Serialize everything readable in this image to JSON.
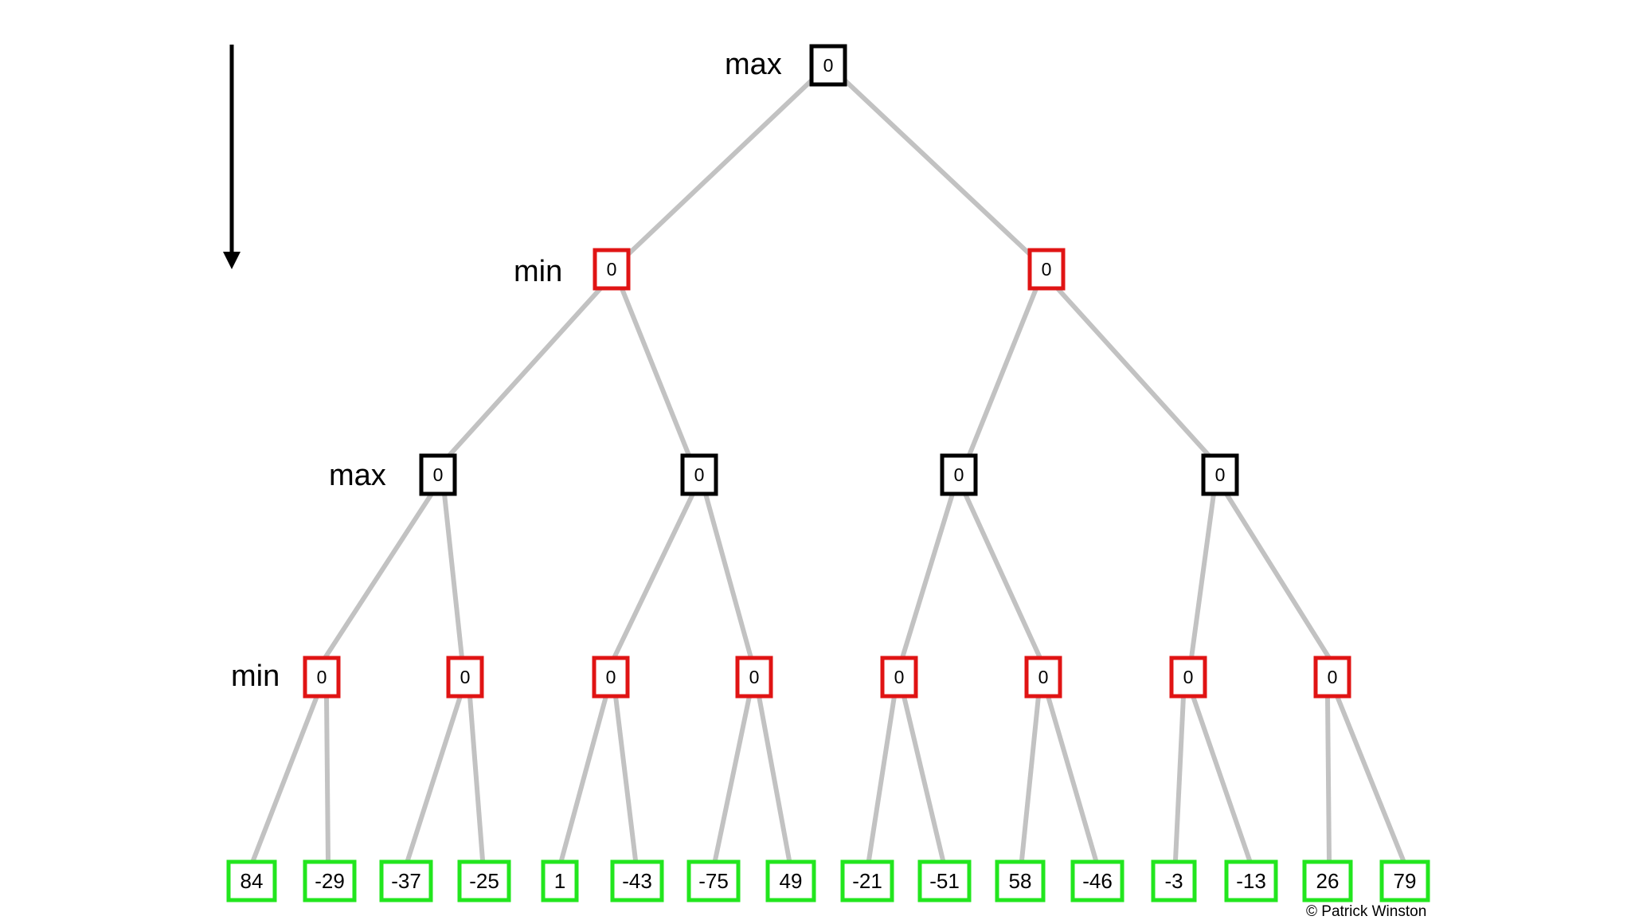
{
  "labels": {
    "level0": "max",
    "level1": "min",
    "level2": "max",
    "level3": "min"
  },
  "credit": "© Patrick Winston",
  "colors": {
    "max_node": "#000000",
    "min_node": "#e01414",
    "leaf_node": "#22e61e",
    "edge": "#c2c2c2"
  },
  "tree": {
    "root": {
      "type": "max",
      "value": "0"
    },
    "level1": [
      {
        "type": "min",
        "value": "0"
      },
      {
        "type": "min",
        "value": "0"
      }
    ],
    "level2": [
      {
        "type": "max",
        "value": "0"
      },
      {
        "type": "max",
        "value": "0"
      },
      {
        "type": "max",
        "value": "0"
      },
      {
        "type": "max",
        "value": "0"
      }
    ],
    "level3": [
      {
        "type": "min",
        "value": "0"
      },
      {
        "type": "min",
        "value": "0"
      },
      {
        "type": "min",
        "value": "0"
      },
      {
        "type": "min",
        "value": "0"
      },
      {
        "type": "min",
        "value": "0"
      },
      {
        "type": "min",
        "value": "0"
      },
      {
        "type": "min",
        "value": "0"
      },
      {
        "type": "min",
        "value": "0"
      }
    ],
    "leaves": [
      "84",
      "-29",
      "-37",
      "-25",
      "1",
      "-43",
      "-75",
      "49",
      "-21",
      "-51",
      "58",
      "-46",
      "-3",
      "-13",
      "26",
      "79"
    ]
  },
  "icons": {
    "direction_arrow": "down-arrow-icon"
  }
}
